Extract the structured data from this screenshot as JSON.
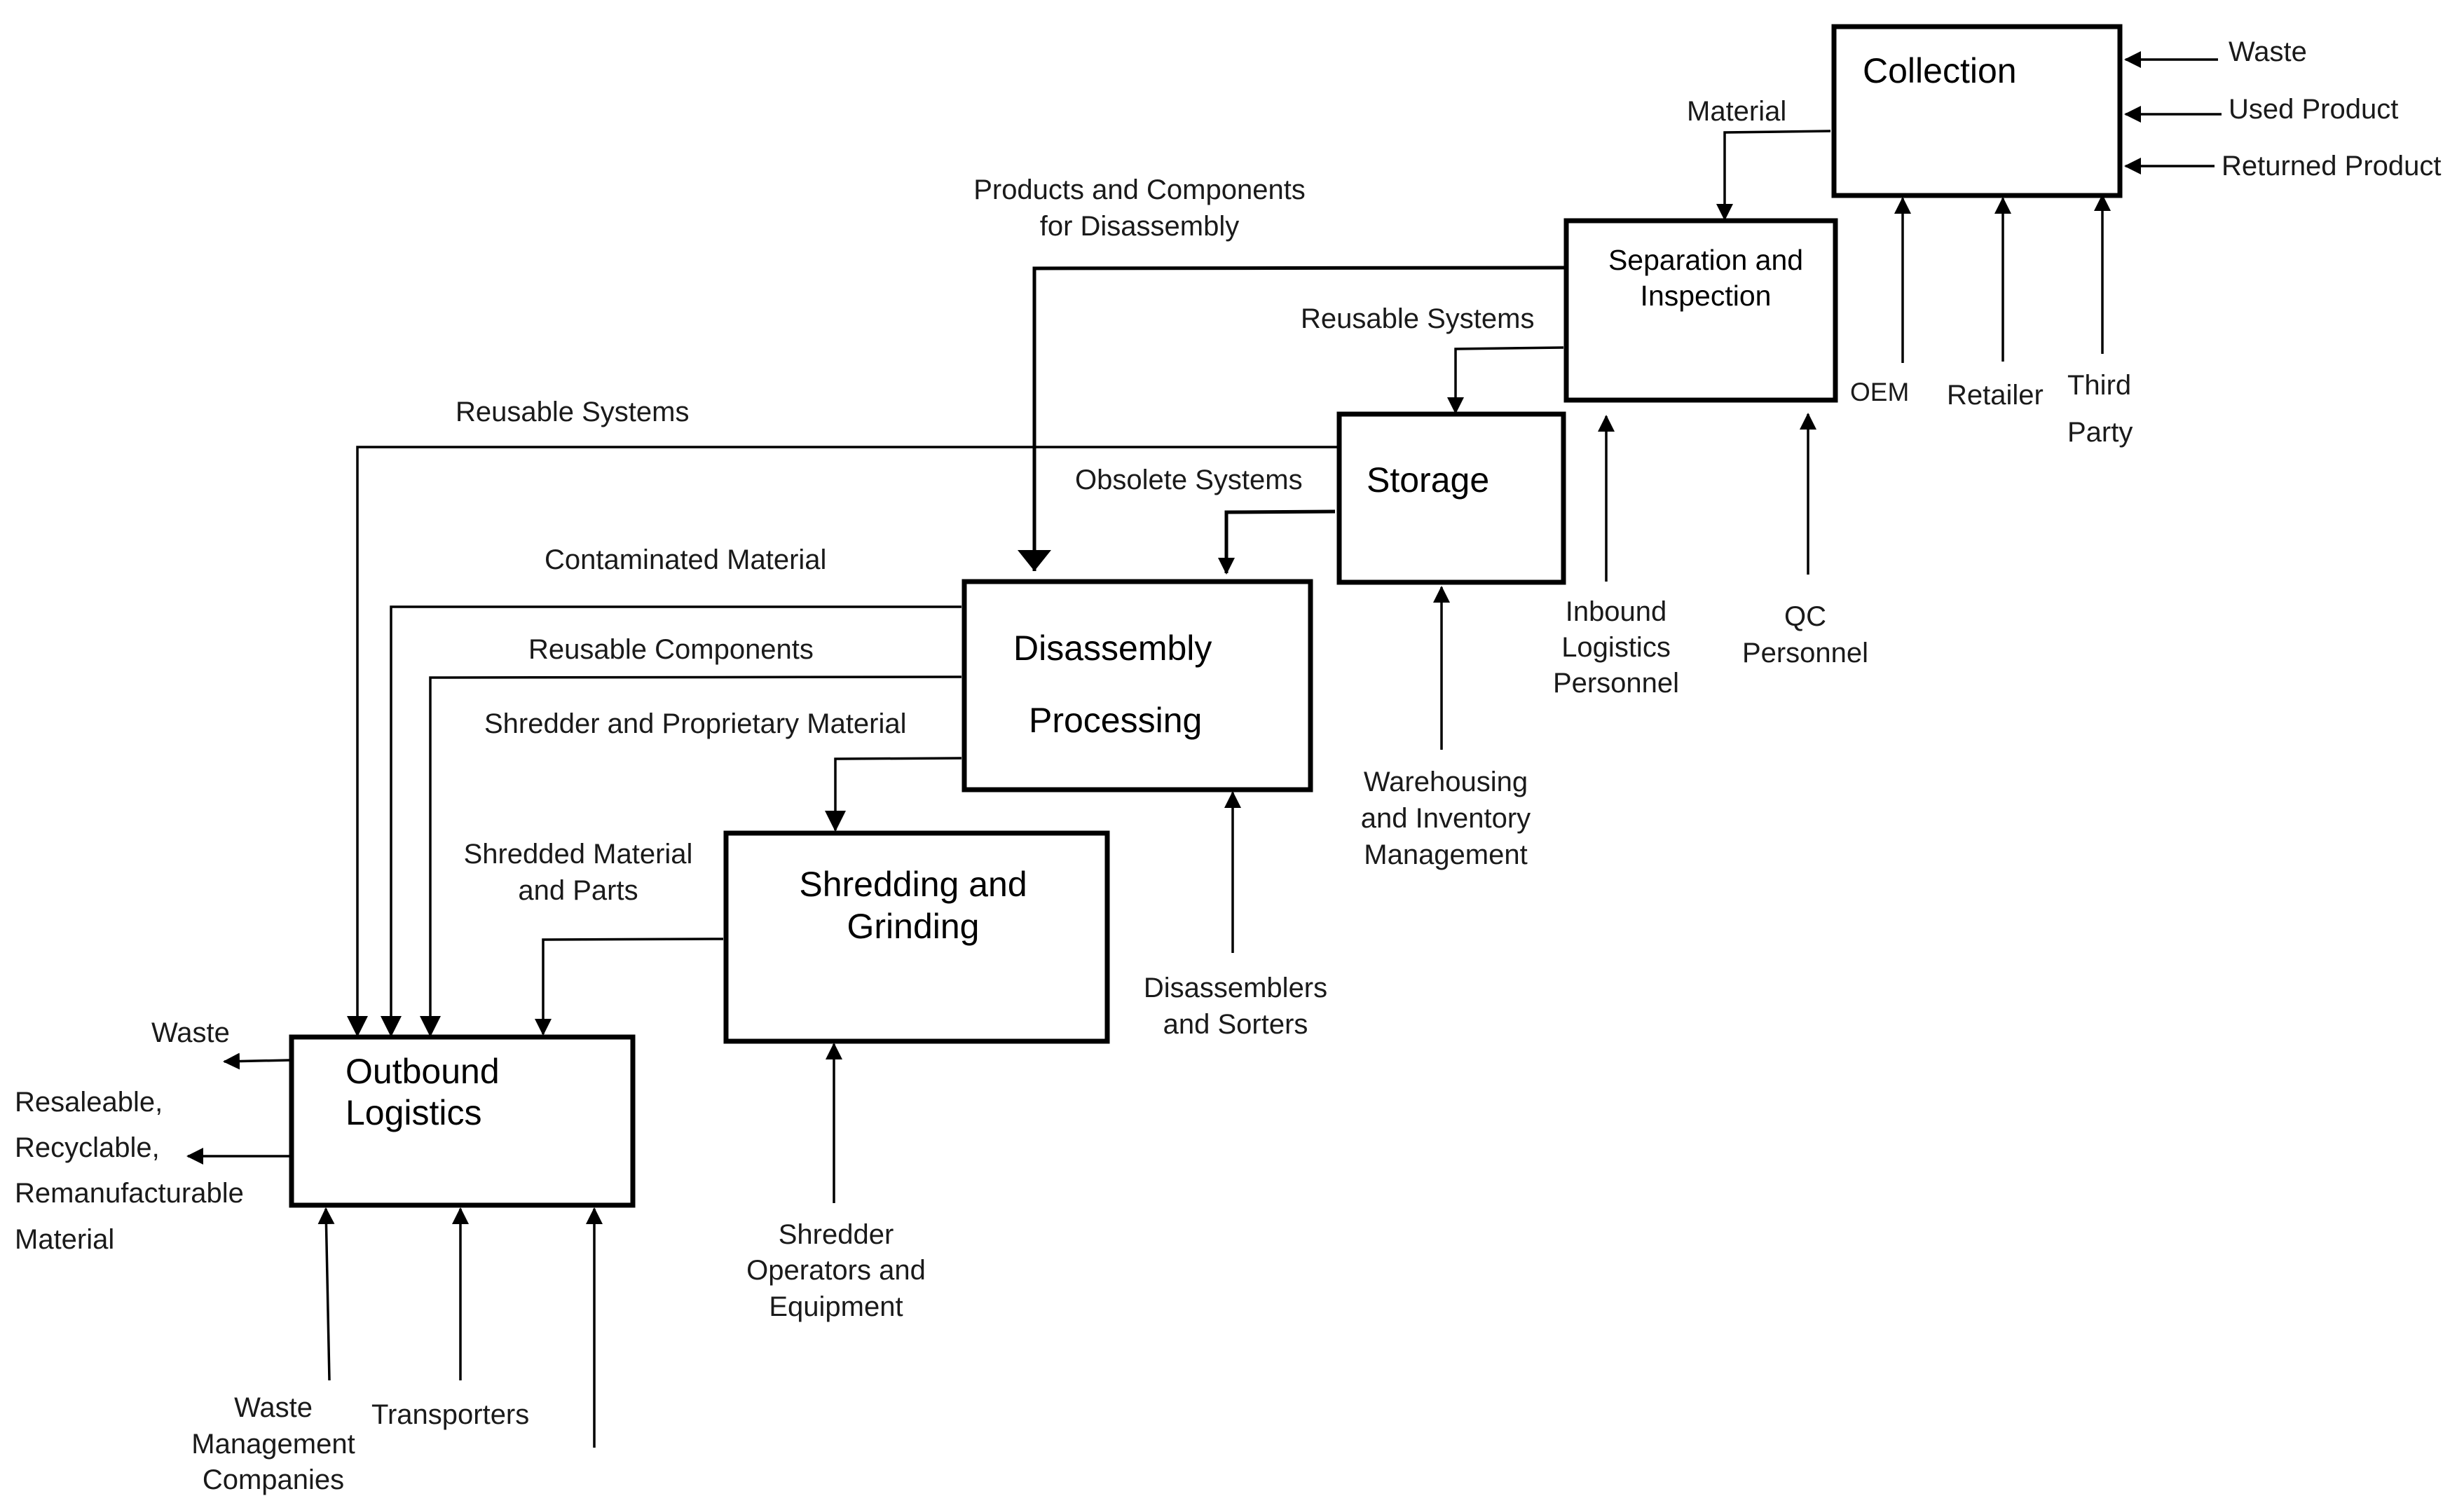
{
  "boxes": {
    "collection": "Collection",
    "separation": [
      "Separation and",
      "Inspection"
    ],
    "storage": "Storage",
    "disassembly": [
      "Disassembly",
      "Processing"
    ],
    "shredding": [
      "Shredding and",
      "Grinding"
    ],
    "outbound": [
      "Outbound",
      "Logistics"
    ]
  },
  "inputs": {
    "waste": "Waste",
    "used_product": "Used Product",
    "returned_product": "Returned Product"
  },
  "flows": {
    "material": "Material",
    "products_components": [
      "Products and Components",
      "for Disassembly"
    ],
    "reusable_systems_sep": "Reusable Systems",
    "reusable_systems_storage": "Reusable Systems",
    "obsolete_systems": "Obsolete Systems",
    "contaminated_material": "Contaminated Material",
    "reusable_components": "Reusable Components",
    "shredder_proprietary": "Shredder and Proprietary Material",
    "shredded_material": [
      "Shredded Material",
      "and Parts"
    ]
  },
  "outputs": {
    "waste": "Waste",
    "resaleable": [
      "Resaleable,",
      "Recyclable,",
      "Remanufacturable",
      "Material"
    ]
  },
  "mechanisms": {
    "oem": "OEM",
    "retailer": "Retailer",
    "third_party": [
      "Third",
      "Party"
    ],
    "inbound": [
      "Inbound",
      "Logistics",
      "Personnel"
    ],
    "qc": [
      "QC",
      "Personnel"
    ],
    "warehousing": [
      "Warehousing",
      "and Inventory",
      "Management"
    ],
    "disassemblers": [
      "Disassemblers",
      "and Sorters"
    ],
    "shredder_ops": [
      "Shredder",
      "Operators and",
      "Equipment"
    ],
    "waste_mgmt": [
      "Waste",
      "Management",
      "Companies"
    ],
    "transporters": "Transporters"
  }
}
